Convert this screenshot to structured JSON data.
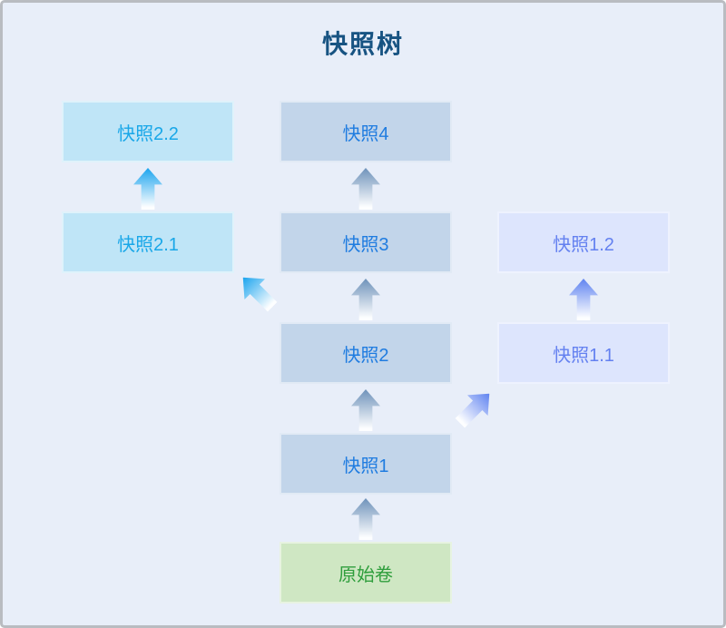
{
  "title": "快照树",
  "nodes": {
    "snapshot22": {
      "label": "快照2.2"
    },
    "snapshot21": {
      "label": "快照2.1"
    },
    "snapshot4": {
      "label": "快照4"
    },
    "snapshot3": {
      "label": "快照3"
    },
    "snapshot2": {
      "label": "快照2"
    },
    "snapshot1": {
      "label": "快照1"
    },
    "snapshot12": {
      "label": "快照1.2"
    },
    "snapshot11": {
      "label": "快照1.1"
    },
    "origin": {
      "label": "原始卷"
    }
  },
  "edges": [
    {
      "from": "原始卷",
      "to": "快照1",
      "direction": "up"
    },
    {
      "from": "快照1",
      "to": "快照2",
      "direction": "up"
    },
    {
      "from": "快照2",
      "to": "快照3",
      "direction": "up"
    },
    {
      "from": "快照3",
      "to": "快照4",
      "direction": "up"
    },
    {
      "from": "快照2",
      "to": "快照2.1",
      "direction": "up-left"
    },
    {
      "from": "快照2.1",
      "to": "快照2.2",
      "direction": "up"
    },
    {
      "from": "快照1",
      "to": "快照1.1",
      "direction": "up-right"
    },
    {
      "from": "快照1.1",
      "to": "快照1.2",
      "direction": "up"
    }
  ],
  "colors": {
    "bg": "#e8eef9",
    "frame_border": "#b9bcc1",
    "title_text": "#175382",
    "steel_bg": "#c2d5ea",
    "steel_text": "#1f7ce0",
    "cyan_bg": "#bfe5f7",
    "cyan_text": "#19a7e8",
    "lav_bg": "#dde5fd",
    "lav_text": "#6481f0",
    "green_bg": "#cfe7c3",
    "green_text": "#2f9e3c",
    "arrow_steel": "#6e92ba",
    "arrow_cyan": "#1ba4ee",
    "arrow_lav": "#5f83f0"
  }
}
